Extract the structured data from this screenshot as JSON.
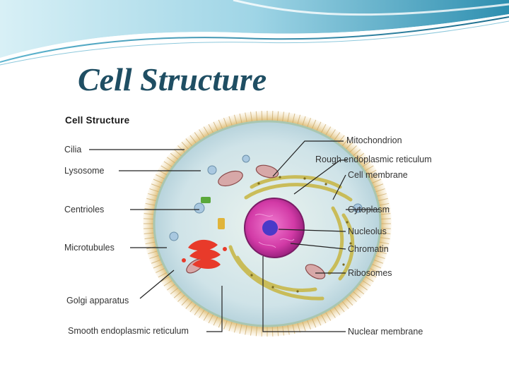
{
  "slide": {
    "title": "Cell Structure"
  },
  "diagram": {
    "heading": "Cell Structure",
    "left_labels": [
      "Cilia",
      "Lysosome",
      "Centrioles",
      "Microtubules",
      "Golgi apparatus",
      "Smooth endoplasmic reticulum"
    ],
    "right_labels": [
      "Mitochondrion",
      "Rough endoplasmic reticulum",
      "Cell membrane",
      "Cytoplasm",
      "Nucleolus",
      "Chromatin",
      "Ribosomes",
      "Nuclear membrane"
    ]
  },
  "colors": {
    "title": "#1f4e63",
    "wave_dark": "#3a9bb8",
    "wave_light": "#b9e3ef",
    "cytoplasm": "#d6e8ea",
    "membrane_fringe": "#d9b978",
    "nucleus": "#d23aa6",
    "nucleolus": "#4a3ac8",
    "golgi": "#e83a2a",
    "er": "#c8b84a"
  }
}
